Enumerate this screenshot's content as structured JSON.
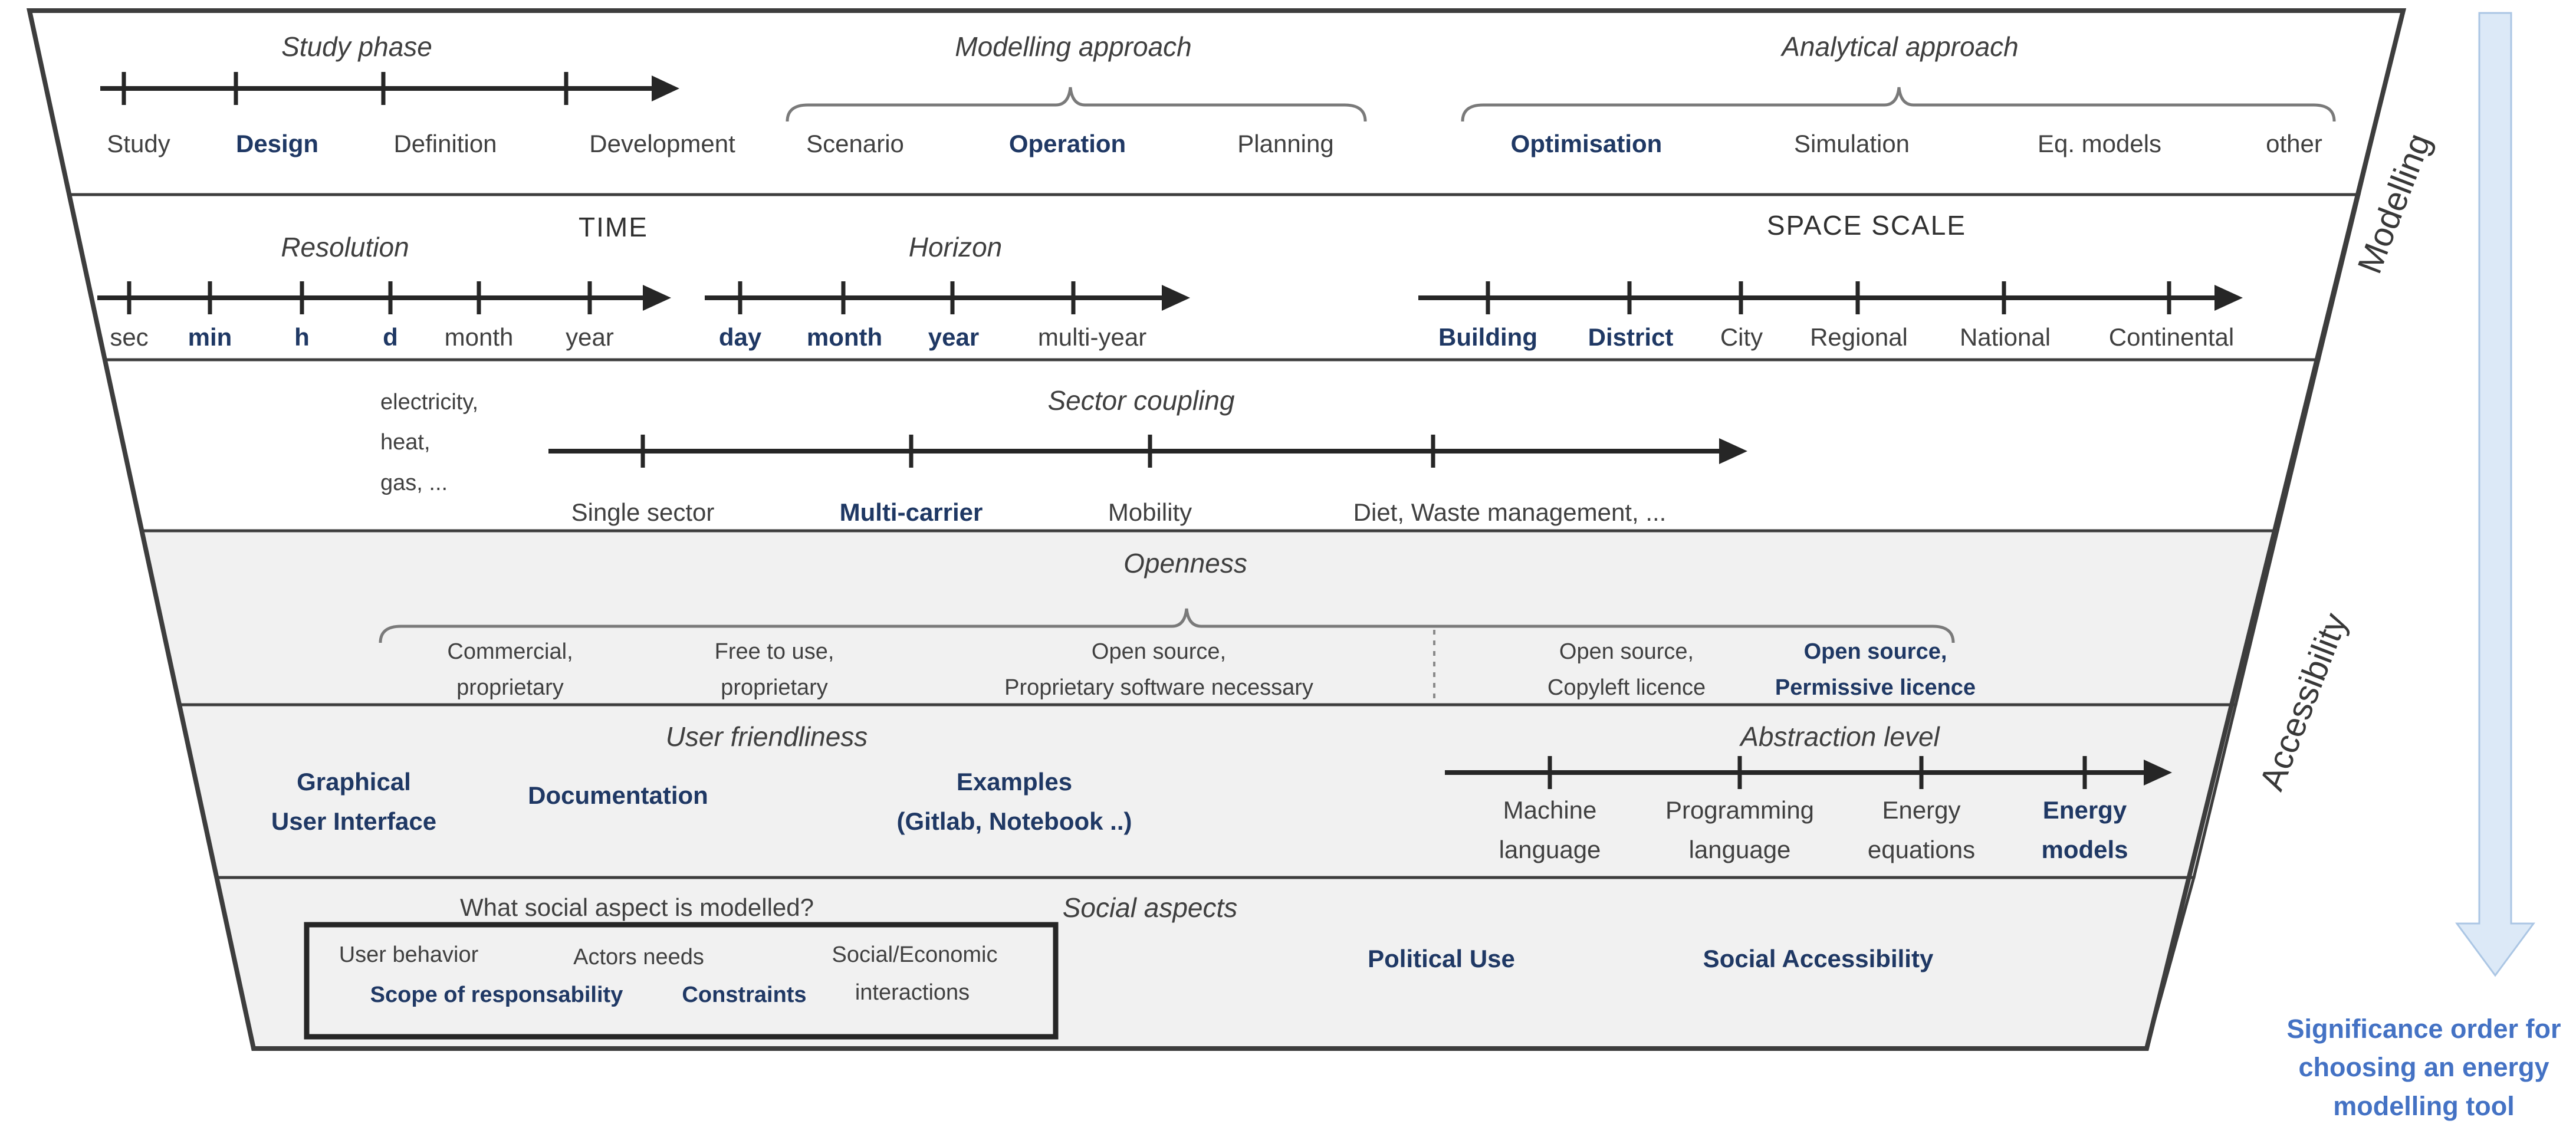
{
  "colors": {
    "accent_blue": "#1f3864",
    "text_gray": "#404040",
    "note_blue": "#4472c4",
    "band_gray": "#f1f1f1",
    "arrow_fill": "#dce9f7",
    "arrow_stroke": "#abc6e4"
  },
  "row_phase": {
    "study_phase": {
      "title": "Study phase",
      "items": [
        "Study",
        "Design",
        "Definition",
        "Development"
      ]
    },
    "modelling_approach": {
      "title": "Modelling approach",
      "items": [
        "Scenario",
        "Operation",
        "Planning"
      ]
    },
    "analytical_approach": {
      "title": "Analytical approach",
      "items": [
        "Optimisation",
        "Simulation",
        "Eq. models",
        "other"
      ]
    }
  },
  "row_time": {
    "time_heading": "TIME",
    "space_heading": "SPACE SCALE",
    "resolution": {
      "title": "Resolution",
      "items": [
        "sec",
        "min",
        "h",
        "d",
        "month",
        "year"
      ]
    },
    "horizon": {
      "title": "Horizon",
      "items": [
        "day",
        "month",
        "year",
        "multi-year"
      ]
    },
    "space_scale": {
      "items": [
        "Building",
        "District",
        "City",
        "Regional",
        "National",
        "Continental"
      ]
    }
  },
  "row_sector": {
    "carriers": [
      "electricity,",
      "heat,",
      "gas, ..."
    ],
    "title": "Sector coupling",
    "items": [
      "Single sector",
      "Multi-carrier",
      "Mobility",
      "Diet, Waste management, ..."
    ]
  },
  "row_openness": {
    "title": "Openness",
    "items": [
      [
        "Commercial,",
        "proprietary"
      ],
      [
        "Free to use,",
        "proprietary"
      ],
      [
        "Open source,",
        "Proprietary software necessary"
      ],
      [
        "Open source,",
        "Copyleft licence"
      ],
      [
        "Open source,",
        "Permissive licence"
      ]
    ]
  },
  "row_usability": {
    "user_friendliness_title": "User friendliness",
    "gui": [
      "Graphical",
      "User Interface"
    ],
    "documentation": "Documentation",
    "examples": [
      "Examples",
      "(Gitlab, Notebook ..)"
    ],
    "abstraction_title": "Abstraction level",
    "abstraction_items": [
      [
        "Machine",
        "language"
      ],
      [
        "Programming",
        "language"
      ],
      [
        "Energy",
        "equations"
      ],
      [
        "Energy",
        "models"
      ]
    ]
  },
  "row_social": {
    "question": "What social aspect is modelled?",
    "title": "Social aspects",
    "box": {
      "user_behavior": "User behavior",
      "actors_needs": "Actors needs",
      "social_economic": "Social/Economic",
      "scope": "Scope of responsability",
      "constraints": "Constraints",
      "interactions": "interactions"
    },
    "political_use": "Political Use",
    "social_accessibility": "Social Accessibility"
  },
  "side": {
    "modelling": "Modelling",
    "accessibility": "Accessibility",
    "note": [
      "Significance order for",
      "choosing an energy",
      "modelling tool"
    ]
  }
}
